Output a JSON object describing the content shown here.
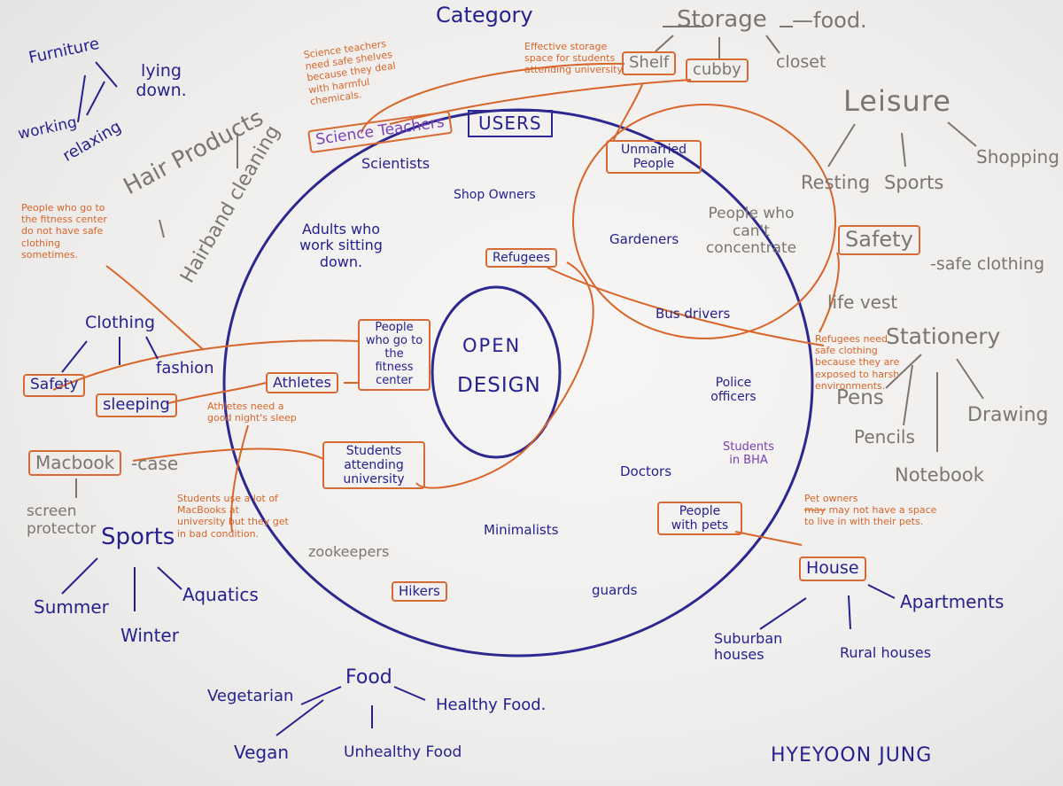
{
  "category": "Category",
  "center": {
    "line1": "OPEN",
    "line2": "DESIGN"
  },
  "users_label": "USERS",
  "author": "HYEYOON JUNG",
  "users": {
    "science_teachers": "Science Teachers",
    "scientists": "Scientists",
    "shop_owners": "Shop Owners",
    "adults": "Adults who work sitting down.",
    "refugees": "Refugees",
    "unmarried": "Unmarried People",
    "gardeners": "Gardeners",
    "cant_concentrate": "People who can't concentrate",
    "bus_drivers": "Bus drivers",
    "fitness": "People who go to the fitness center",
    "athletes": "Athletes",
    "police": "Police officers",
    "students_bha": "Students in BHA",
    "students_uni": "Students attending university",
    "doctors": "Doctors",
    "minimalists": "Minimalists",
    "pets": "People with pets",
    "zookeepers": "zookeepers",
    "hikers": "Hikers",
    "guards": "guards"
  },
  "notes": {
    "science": "Science teachers need safe shelves because they deal with harmful chemicals.",
    "storage": "Effective storage space for students attending university",
    "fitness": "People who go to the fitness center do not have safe clothing sometimes.",
    "refugees": "Refugees need safe clothing because they are exposed to harsh environments.",
    "harsh": "harsh environ- ments.",
    "athletes": "Athletes need a good night's sleep",
    "macbooks": "Students use a lot of MacBooks at university but they get in bad condition.",
    "pets_prefix": "Pet owners",
    "pets_struck": "may",
    "pets_rest": "may not have a space to live in with their pets."
  },
  "categories": {
    "storage": "Storage",
    "food_dash": "—food.",
    "shelf": "Shelf",
    "cubby": "cubby",
    "closet": "closet",
    "leisure": "Leisure",
    "resting": "Resting",
    "sports_l": "Sports",
    "shopping": "Shopping",
    "safety": "Safety",
    "safe_clothing": "-safe clothing",
    "lifevest": "life vest",
    "stationery": "Stationery",
    "pens": "Pens",
    "pencils": "Pencils",
    "notebook": "Notebook",
    "drawing": "Drawing",
    "house": "House",
    "apartments": "Apartments",
    "suburban": "Suburban houses",
    "rural": "Rural houses",
    "furniture": "Furniture",
    "lying": "lying down.",
    "working": "working",
    "relaxing": "relaxing",
    "hair": "Hair Products",
    "hairband": "Hairband cleaning",
    "clothing": "Clothing",
    "safety_c": "Safety",
    "fashion": "fashion",
    "sleeping": "sleeping",
    "macbook": "Macbook",
    "case": "-case",
    "screen": "screen protector",
    "sports": "Sports",
    "summer": "Summer",
    "winter": "Winter",
    "aquatics": "Aquatics",
    "food": "Food",
    "vegetarian": "Vegetarian",
    "healthy": "Healthy Food.",
    "vegan": "Vegan",
    "unhealthy": "Unhealthy Food"
  },
  "colors": {
    "blue": "#26218f",
    "orange": "#d8652a",
    "gray": "#7c7671",
    "purple": "#7b3fb8"
  }
}
